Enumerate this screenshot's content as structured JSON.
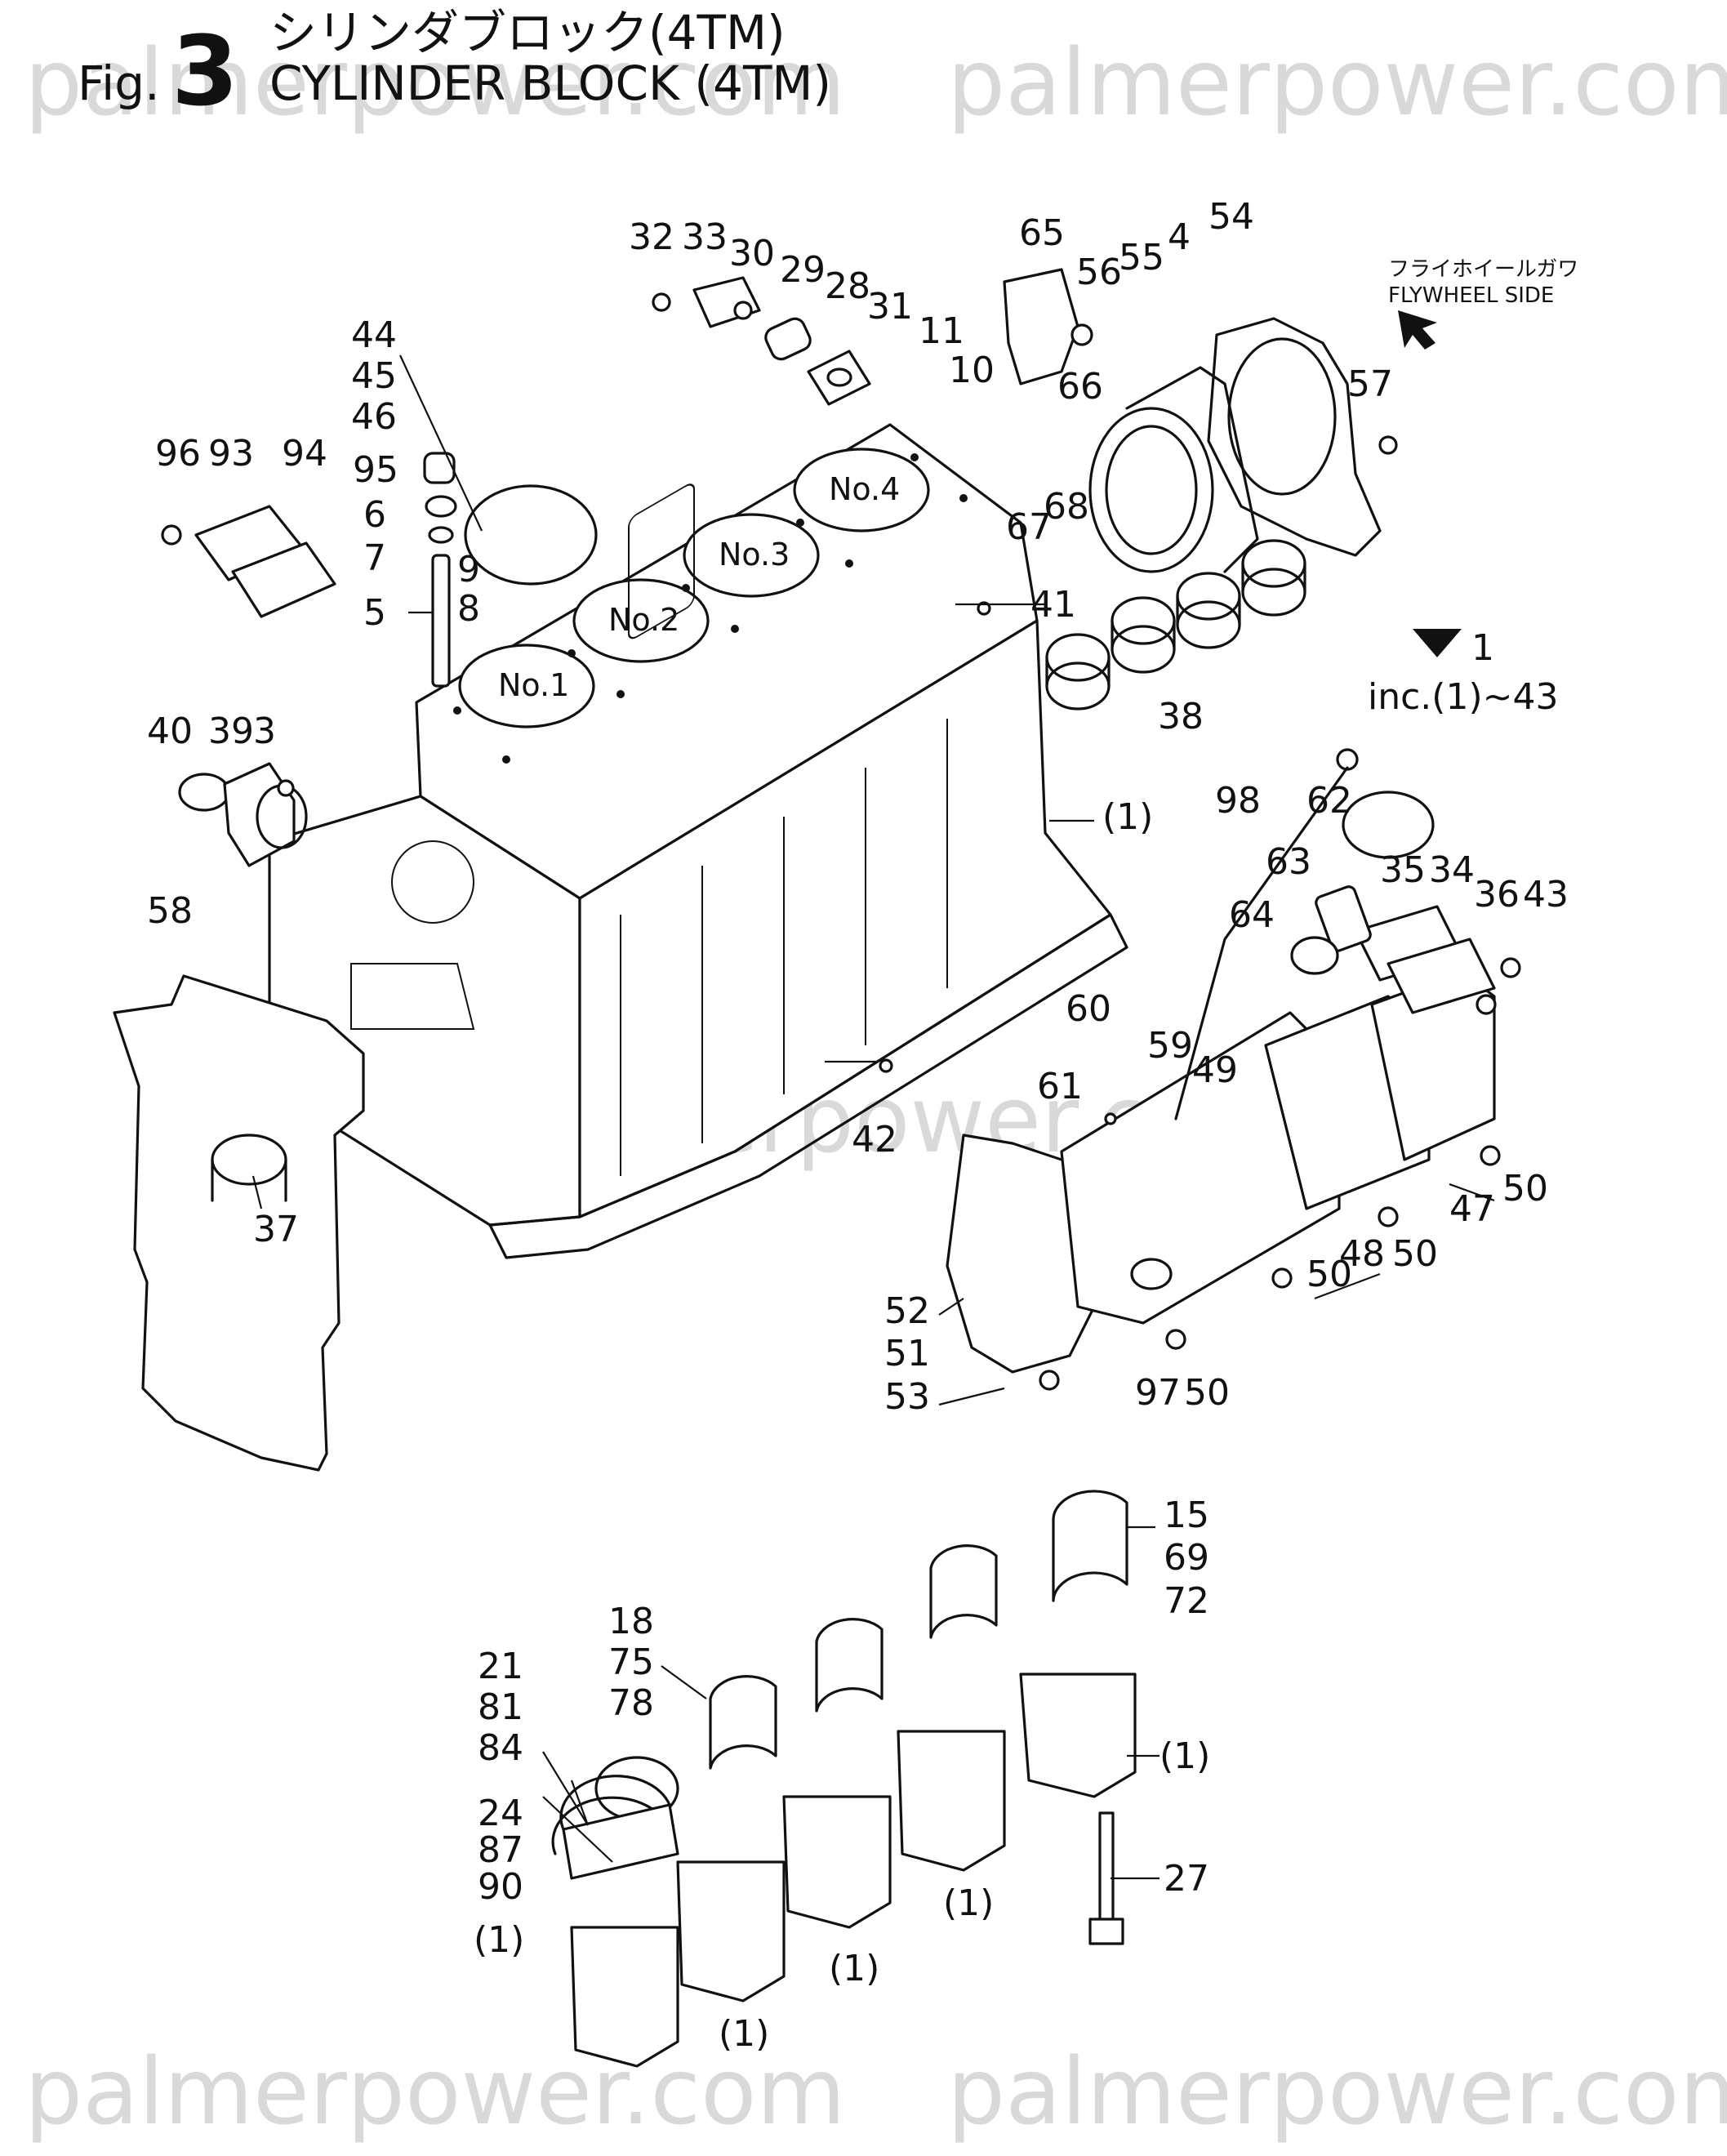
{
  "watermarks": {
    "text": "palmerpower.com",
    "tiles": [
      "palmerpower.com",
      "palmerpower.com",
      "palmerpower.com",
      "palmerpower.com",
      "palmerpower.com"
    ]
  },
  "title": {
    "fig": "Fig.",
    "number": "3",
    "japanese": "シリンダブロック(4TM)",
    "english": "CYLINDER BLOCK (4TM)"
  },
  "flywheel": {
    "japanese": "フライホイールガワ",
    "english": "FLYWHEEL SIDE"
  },
  "assembly_note": {
    "number": "1",
    "text": "inc.(1)~43"
  },
  "cylinders": [
    "No.1",
    "No.2",
    "No.3",
    "No.4"
  ],
  "callouts": [
    "32",
    "33",
    "30",
    "29",
    "28",
    "31",
    "11",
    "10",
    "65",
    "66",
    "56",
    "55",
    "4",
    "54",
    "57",
    "44",
    "45",
    "46",
    "96",
    "93",
    "94",
    "95",
    "6",
    "7",
    "9",
    "8",
    "5",
    "67",
    "68",
    "41",
    "38",
    "40",
    "39",
    "3",
    "(1)",
    "98",
    "62",
    "63",
    "35",
    "34",
    "36",
    "43",
    "64",
    "58",
    "60",
    "59",
    "49",
    "61",
    "42",
    "37",
    "50",
    "47",
    "48",
    "50",
    "50",
    "52",
    "51",
    "53",
    "97",
    "50",
    "15",
    "69",
    "72",
    "18",
    "75",
    "78",
    "21",
    "81",
    "84",
    "24",
    "87",
    "90",
    "(1)",
    "27",
    "(1)",
    "(1)",
    "(1)",
    "(1)"
  ],
  "colors": {
    "ink": "#111111",
    "paper": "#ffffff",
    "watermark": "#d9d9d9"
  }
}
